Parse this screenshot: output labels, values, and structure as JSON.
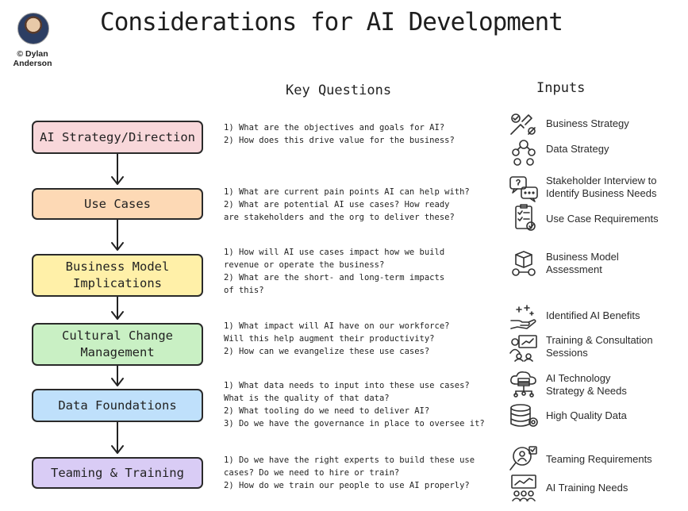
{
  "title": "Considerations for AI Development",
  "credit": "© Dylan Anderson",
  "headers": {
    "questions": "Key Questions",
    "inputs": "Inputs"
  },
  "stages": [
    {
      "label": "AI Strategy/Direction",
      "color": "#f8d7da",
      "questions": "1) What are the objectives and goals for AI?\n2) How does this drive value for the business?"
    },
    {
      "label": "Use Cases",
      "color": "#fdd9b5",
      "questions": "1) What are current pain points AI can help with?\n2) What are potential AI use cases? How ready\nare stakeholders and the org to deliver these?"
    },
    {
      "label": "Business Model\nImplications",
      "color": "#fff0a8",
      "questions": "1) How will AI use cases impact how we build\nrevenue or operate the business?\n2) What are the short- and long-term impacts\nof this?"
    },
    {
      "label": "Cultural Change\nManagement",
      "color": "#c9f0c4",
      "questions": "1) What impact will AI have on our workforce?\nWill this help augment their productivity?\n2) How can we evangelize these use cases?"
    },
    {
      "label": "Data Foundations",
      "color": "#bfe0fb",
      "questions": "1) What data needs to input into these use cases?\nWhat is the quality of that data?\n2) What tooling do we need to deliver AI?\n3) Do we have the governance in place to oversee it?"
    },
    {
      "label": "Teaming & Training",
      "color": "#d9ccf5",
      "questions": "1) Do we have the right experts to build these use\ncases? Do we need to hire or train?\n2) How do we train our people to use AI properly?"
    }
  ],
  "inputs": [
    {
      "label": "Business Strategy",
      "icon": "strategy-icon"
    },
    {
      "label": "Data Strategy",
      "icon": "data-strategy-icon"
    },
    {
      "label": "Stakeholder Interview to\nIdentify Business Needs",
      "icon": "chat-bubbles-icon"
    },
    {
      "label": "Use Case Requirements",
      "icon": "checklist-icon"
    },
    {
      "label": "Business Model\nAssessment",
      "icon": "business-model-icon"
    },
    {
      "label": "Identified AI Benefits",
      "icon": "hand-sparkle-icon"
    },
    {
      "label": "Training & Consultation\nSessions",
      "icon": "presentation-icon"
    },
    {
      "label": "AI Technology\nStrategy & Needs",
      "icon": "cloud-server-icon"
    },
    {
      "label": "High Quality Data",
      "icon": "database-gear-icon"
    },
    {
      "label": "Teaming Requirements",
      "icon": "search-people-icon"
    },
    {
      "label": "AI Training Needs",
      "icon": "chart-people-icon"
    }
  ]
}
